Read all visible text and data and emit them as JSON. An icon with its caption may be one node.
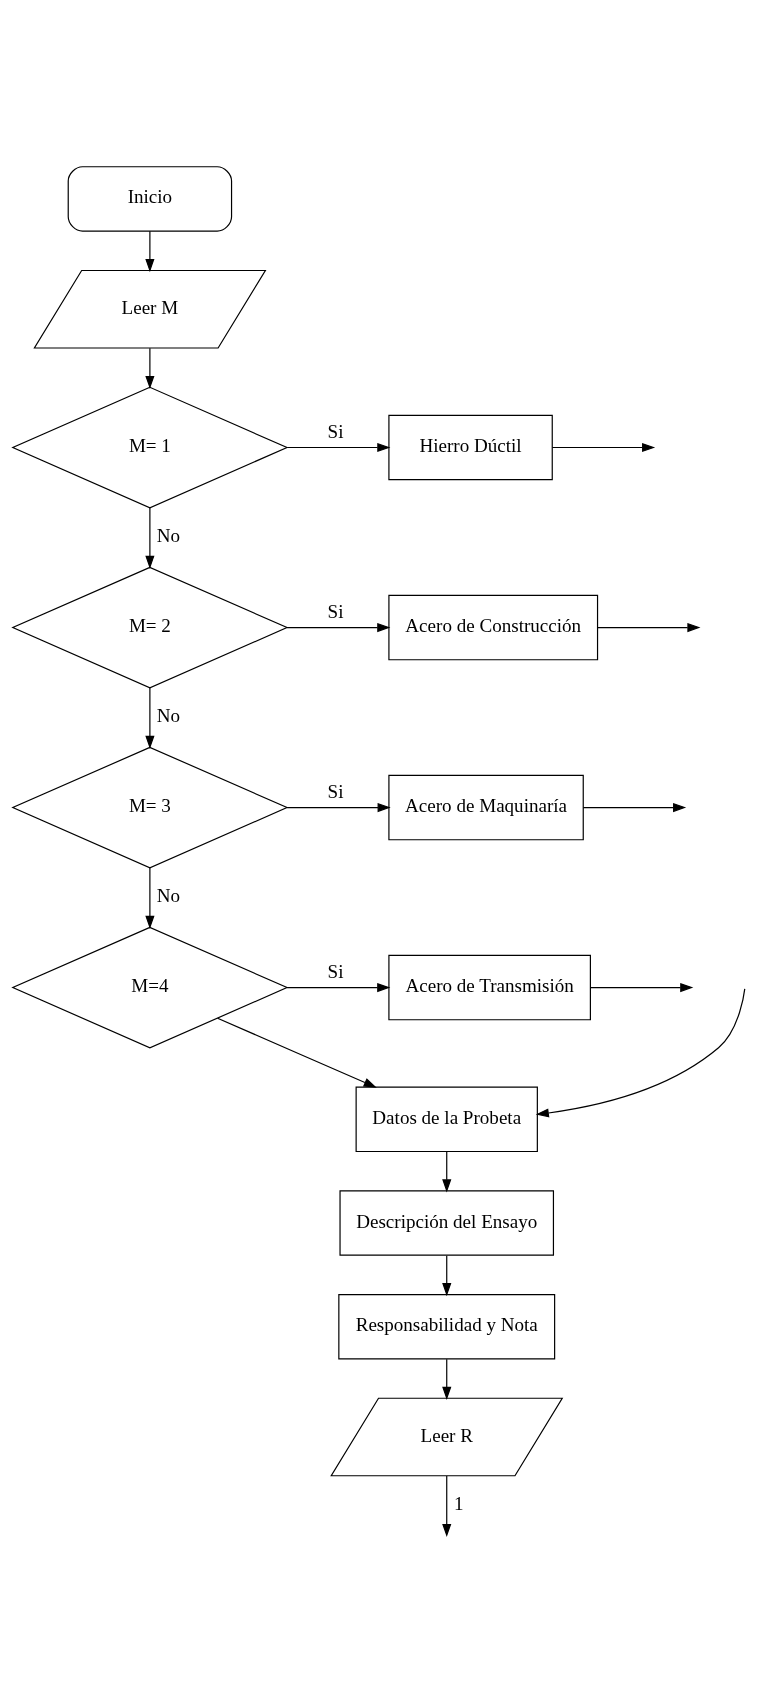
{
  "diagram": {
    "nodes": [
      {
        "text": [
          "Inicio"
        ]
      },
      {
        "text": [
          "Leer M"
        ]
      },
      {
        "text": [
          "M= 1"
        ]
      },
      {
        "text": [
          "Hierro Dúctil"
        ]
      },
      {
        "text": [
          "M= 2"
        ]
      },
      {
        "text": [
          "Acero de Construcción"
        ]
      },
      {
        "text": [
          "M= 3"
        ]
      },
      {
        "text": [
          "Acero de Maquinaría"
        ]
      },
      {
        "text": [
          "M=4"
        ]
      },
      {
        "text": [
          "Acero de Transmisión"
        ]
      },
      {
        "text": [
          "Datos de la Probeta"
        ]
      },
      {
        "text": [
          "Descripción del Ensayo"
        ]
      },
      {
        "text": [
          "Responsabilidad y Nota"
        ]
      },
      {
        "text": [
          "Leer R"
        ]
      }
    ],
    "edges": [
      {
        "from": 0,
        "to": 1,
        "arrow": "to"
      },
      {
        "from": 1,
        "to": 2,
        "arrow": "to"
      },
      {
        "from": 2,
        "to": 3,
        "arrow": "to",
        "label": "Si"
      },
      {
        "from": 2,
        "to": 4,
        "arrow": "to",
        "label": "No"
      },
      {
        "from": 4,
        "to": 5,
        "arrow": "to",
        "label": "Si"
      },
      {
        "from": 4,
        "to": 6,
        "arrow": "to",
        "label": "No"
      },
      {
        "from": 6,
        "to": 7,
        "arrow": "to",
        "label": "Si"
      },
      {
        "from": 6,
        "to": 8,
        "arrow": "to",
        "label": "No"
      },
      {
        "from": 8,
        "to": 9,
        "arrow": "to",
        "label": "Si"
      },
      {
        "from": 3,
        "to": null,
        "arrow": "to"
      },
      {
        "from": 5,
        "to": null,
        "arrow": "to"
      },
      {
        "from": 7,
        "to": null,
        "arrow": "to"
      },
      {
        "from": 9,
        "to": null,
        "arrow": "to"
      },
      {
        "from": null,
        "to": 10,
        "arrow": "to"
      },
      {
        "from": 8,
        "to": 10,
        "arrow": "to"
      },
      {
        "from": 10,
        "to": 11,
        "arrow": "to"
      },
      {
        "from": 11,
        "to": 12,
        "arrow": "to"
      },
      {
        "from": 12,
        "to": 13,
        "arrow": "to"
      },
      {
        "from": 13,
        "to": null,
        "arrow": "to",
        "label": "1"
      }
    ]
  }
}
